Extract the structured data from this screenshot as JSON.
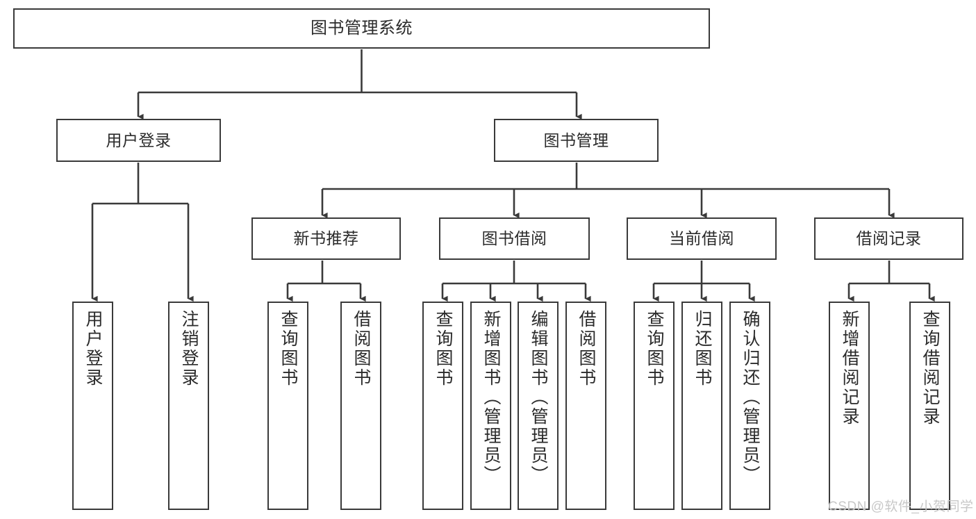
{
  "diagram": {
    "title": "图书管理系统",
    "type": "tree-hierarchy",
    "watermark": "CSDN @软件_小贺同学",
    "colors": {
      "background": "#ffffff",
      "node_border": "#3a3a3a",
      "node_fill": "#ffffff",
      "edge": "#3a3a3a",
      "text": "#2b2b2b",
      "watermark": "#c8c8c8"
    },
    "levels": {
      "root": {
        "label": "图书管理系统"
      },
      "level2": [
        {
          "id": "user-login",
          "label": "用户登录"
        },
        {
          "id": "book-management",
          "label": "图书管理"
        }
      ],
      "level3": [
        {
          "id": "new-book-recommend",
          "label": "新书推荐"
        },
        {
          "id": "book-borrow",
          "label": "图书借阅"
        },
        {
          "id": "current-borrow",
          "label": "当前借阅"
        },
        {
          "id": "borrow-record",
          "label": "借阅记录"
        }
      ],
      "leaves": {
        "user-login": [
          {
            "id": "leaf-user-login",
            "label": "用户登录"
          },
          {
            "id": "leaf-logout",
            "label": "注销登录"
          }
        ],
        "new-book-recommend": [
          {
            "id": "leaf-query-book-1",
            "label": "查询图书"
          },
          {
            "id": "leaf-borrow-book-1",
            "label": "借阅图书"
          }
        ],
        "book-borrow": [
          {
            "id": "leaf-query-book-2",
            "label": "查询图书"
          },
          {
            "id": "leaf-add-book",
            "label": "新增图书（管理员）"
          },
          {
            "id": "leaf-edit-book",
            "label": "编辑图书（管理员）"
          },
          {
            "id": "leaf-borrow-book-2",
            "label": "借阅图书"
          }
        ],
        "current-borrow": [
          {
            "id": "leaf-query-book-3",
            "label": "查询图书"
          },
          {
            "id": "leaf-return-book",
            "label": "归还图书"
          },
          {
            "id": "leaf-confirm-return",
            "label": "确认归还（管理员）"
          }
        ],
        "borrow-record": [
          {
            "id": "leaf-add-record",
            "label": "新增借阅记录"
          },
          {
            "id": "leaf-query-record",
            "label": "查询借阅记录"
          }
        ]
      }
    }
  }
}
